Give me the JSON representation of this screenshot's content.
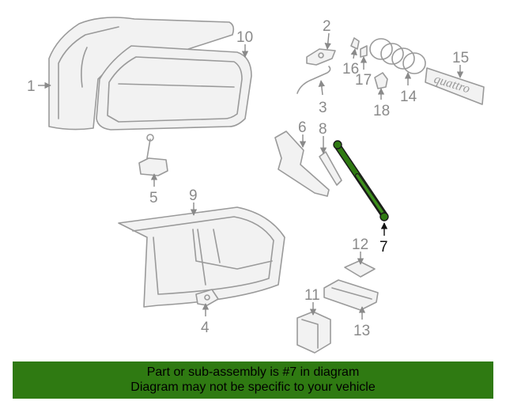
{
  "callouts": [
    "1",
    "2",
    "3",
    "4",
    "5",
    "6",
    "7",
    "8",
    "9",
    "10",
    "11",
    "12",
    "13",
    "14",
    "15",
    "16",
    "17",
    "18"
  ],
  "highlighted_part": "7",
  "emblem_text": "quattro",
  "banner": {
    "line1": "Part or sub-assembly is #7 in diagram",
    "line2": "Diagram may not be specific to your vehicle",
    "color": "#2f7a12"
  },
  "colors": {
    "line_art": "#9a9a9a",
    "highlight": "#2f7a12"
  }
}
